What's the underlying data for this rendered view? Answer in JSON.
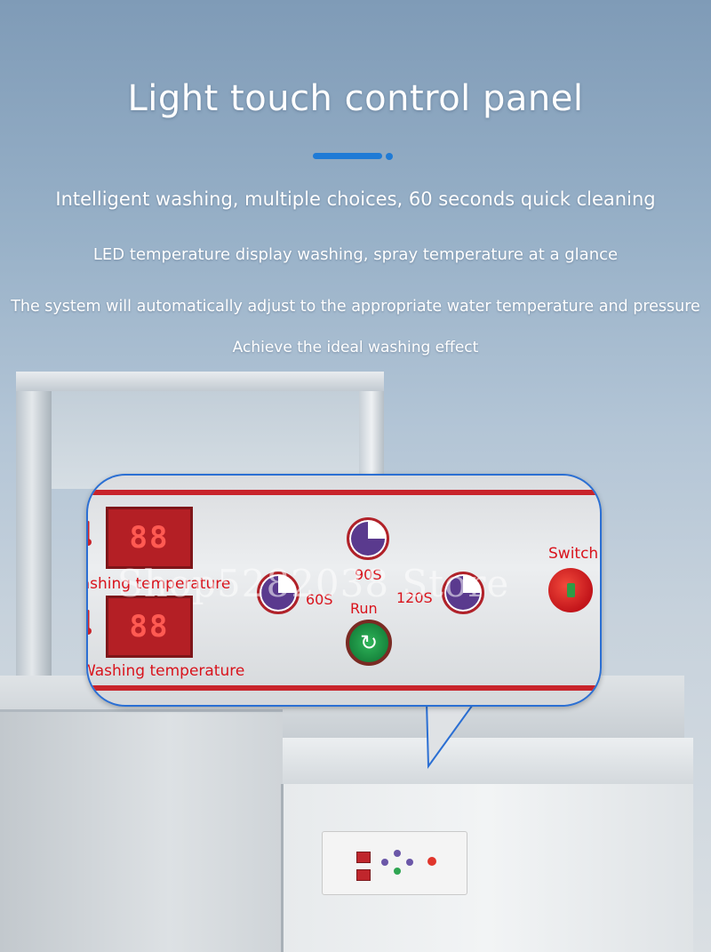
{
  "header": {
    "title": "Light touch control panel",
    "lines": [
      "Intelligent washing, multiple choices, 60 seconds quick cleaning",
      "LED temperature display washing, spray temperature at a glance",
      "The system will automatically adjust to the appropriate water temperature and pressure",
      "Achieve the ideal washing effect"
    ]
  },
  "panel": {
    "display_top_label": "Washing temperature",
    "display_bottom_label": "Washing temperature",
    "display_top_value": "88",
    "display_bottom_value": "88",
    "btn_60_label": "60S",
    "btn_90_label": "90S",
    "btn_120_label": "120S",
    "run_label": "Run",
    "switch_label": "Switch"
  },
  "watermark": "Shop5282038 Store",
  "icons": [
    "thermometer-icon",
    "refresh-icon"
  ],
  "colors": {
    "accent": "#1f7bd6",
    "label_red": "#d9131c",
    "stripe_red": "#c8242b",
    "callout_border": "#2b6fd3",
    "run_green": "#17853d"
  }
}
